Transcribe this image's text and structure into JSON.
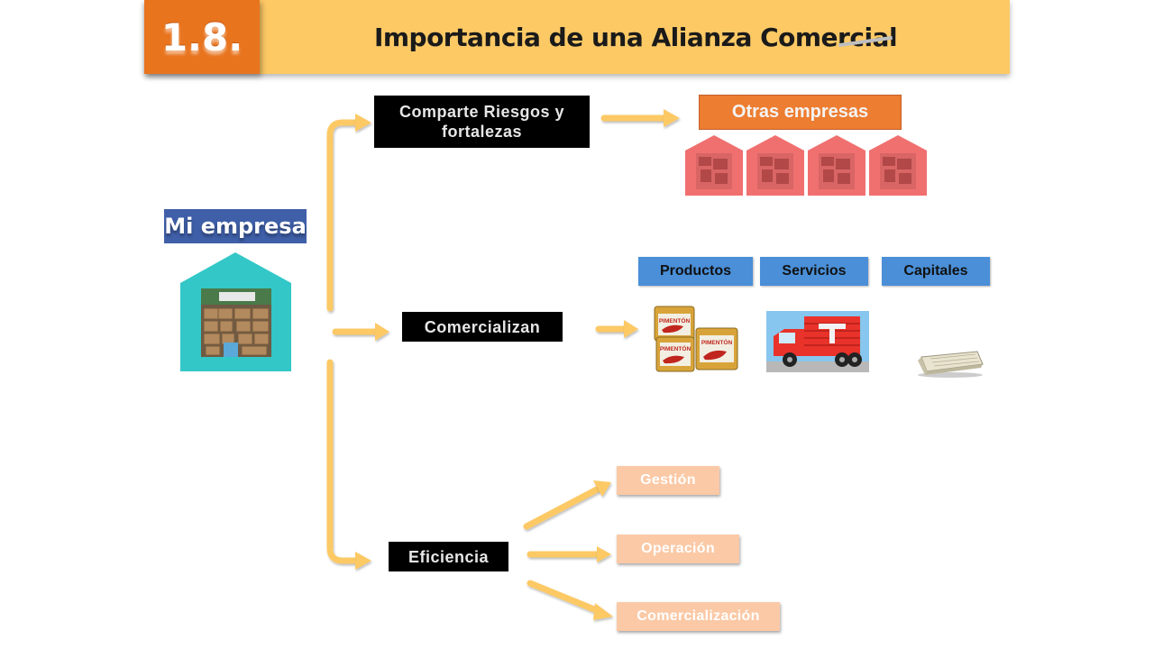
{
  "header": {
    "number": "1.8.",
    "title": "Importancia de una Alianza Comercial"
  },
  "mi_empresa": {
    "label": "Mi empresa"
  },
  "branches": {
    "riesgos": "Comparte Riesgos y fortalezas",
    "comercializan": "Comercializan",
    "eficiencia": "Eficiencia"
  },
  "otras_empresas": {
    "label": "Otras empresas",
    "count": 4
  },
  "offerings": {
    "productos": "Productos",
    "servicios": "Servicios",
    "capitales": "Capitales",
    "product_can_text": "PIMENTÓN"
  },
  "efficiency_items": {
    "gestion": "Gestión",
    "operacion": "Operación",
    "comercializacion": "Comercialización"
  },
  "colors": {
    "header_orange": "#e8741e",
    "header_yellow": "#fcc965",
    "connector": "#fcc965",
    "mi_empresa_blue": "#3f5fa8",
    "house_teal": "#33c7c7",
    "otras_orange": "#ed7d31",
    "company_house_red": "#f07070",
    "tab_blue": "#4a8fd8",
    "peach": "#fbc9a6"
  }
}
